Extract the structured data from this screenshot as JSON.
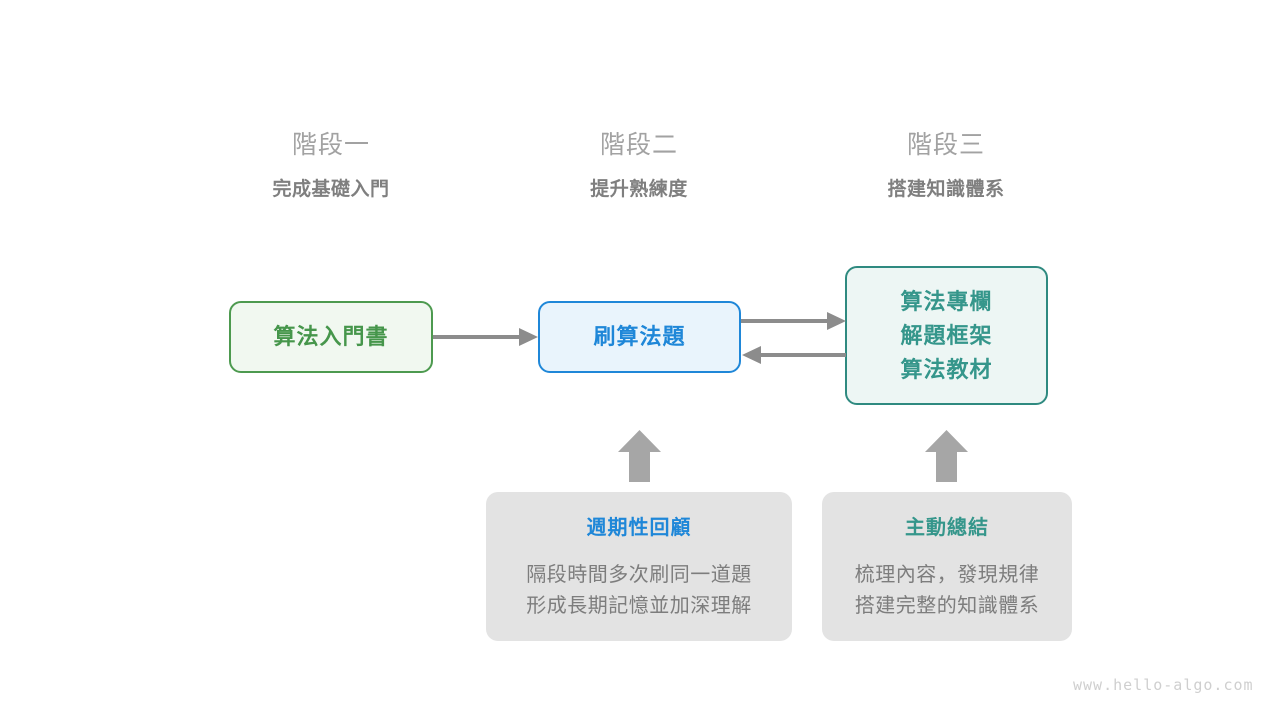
{
  "stages": [
    {
      "title": "階段一",
      "subtitle": "完成基礎入門"
    },
    {
      "title": "階段二",
      "subtitle": "提升熟練度"
    },
    {
      "title": "階段三",
      "subtitle": "搭建知識體系"
    }
  ],
  "nodes": [
    {
      "id": "book",
      "lines": [
        "算法入門書"
      ]
    },
    {
      "id": "practice",
      "lines": [
        "刷算法題"
      ]
    },
    {
      "id": "system",
      "lines": [
        "算法專欄",
        "解題框架",
        "算法教材"
      ]
    }
  ],
  "cards": [
    {
      "id": "review",
      "title": "週期性回顧",
      "body": [
        "隔段時間多次刷同一道題",
        "形成長期記憶並加深理解"
      ]
    },
    {
      "id": "summary",
      "title": "主動總結",
      "body": [
        "梳理內容，發現規律",
        "搭建完整的知識體系"
      ]
    }
  ],
  "connectors": {
    "book_to_practice": "arrow-right",
    "practice_to_system": "arrow-right",
    "system_to_practice": "arrow-left",
    "review_to_practice": "arrow-up",
    "summary_to_system": "arrow-up"
  },
  "watermark": "www.hello-algo.com",
  "colors": {
    "green": "#46964b",
    "green_border": "#4d9a4f",
    "green_fill": "#f1f8f0",
    "blue": "#1f87d8",
    "blue_fill": "#e9f4fc",
    "teal": "#35968b",
    "teal_border": "#2f8a80",
    "teal_fill": "#edf6f4",
    "gray_card": "#e3e3e3",
    "gray_text": "#7d7d7d",
    "arrow": "#8c8c8c",
    "watermark": "#cfcfcf"
  }
}
